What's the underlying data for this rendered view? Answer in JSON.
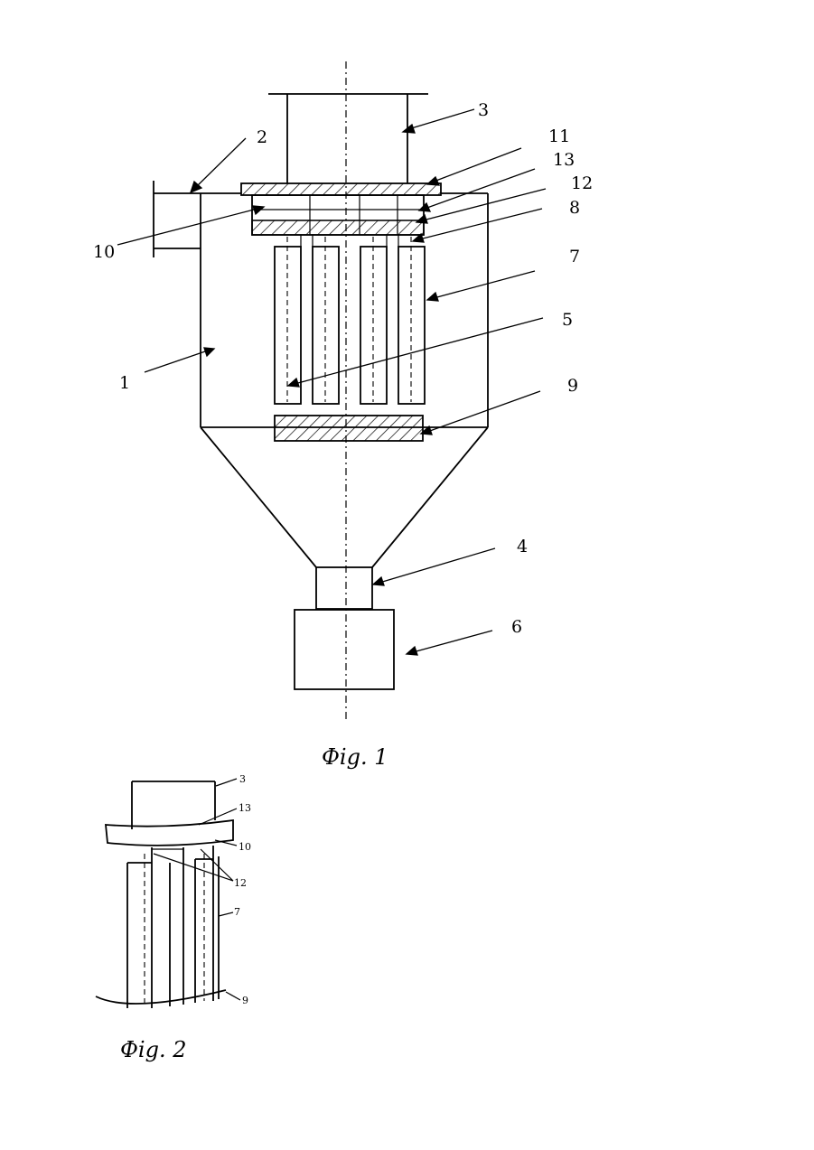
{
  "figure1": {
    "caption": "Фig. 1",
    "labels": {
      "l1": "1",
      "l2": "2",
      "l3": "3",
      "l4": "4",
      "l5": "5",
      "l6": "6",
      "l7": "7",
      "l8": "8",
      "l9": "9",
      "l10": "10",
      "l11": "11",
      "l12": "12",
      "l13": "13"
    }
  },
  "figure2": {
    "caption": "Фig. 2",
    "labels": {
      "l3": "3",
      "l13": "13",
      "l10": "10",
      "l12": "12",
      "l7": "7",
      "l9": "9"
    }
  },
  "colors": {
    "ink": "#000000",
    "paper": "#ffffff"
  }
}
